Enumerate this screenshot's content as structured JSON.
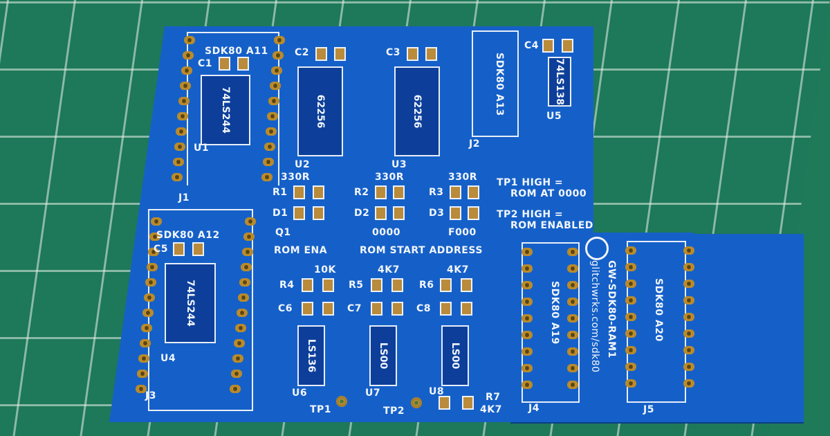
{
  "scene": {
    "description": "Photograph of a blue unpopulated PCB (GW-SDK80-RAM1) on a green cutting mat",
    "colors": {
      "pcb": "#1560c8",
      "silkscreen": "#f2f6fb",
      "pads": "#c79a3a",
      "mat": "#1e785a",
      "mat_grid": "#dfe8df"
    }
  },
  "board": {
    "name": "GW-SDK80-RAM1",
    "url": "glitchwrks.com/sdk80",
    "notes": {
      "tp1_line1": "TP1 HIGH =",
      "tp1_line2": "ROM AT 0000",
      "tp2_line1": "TP2 HIGH =",
      "tp2_line2": "ROM ENABLED"
    },
    "section_labels": {
      "rom_ena": "ROM ENA",
      "rom_start_address": "ROM START ADDRESS",
      "addr_0000": "0000",
      "addr_f000": "F000"
    },
    "headers": [
      {
        "ref": "J1",
        "label": "SDK80 A11"
      },
      {
        "ref": "J2",
        "label": "SDK80 A13"
      },
      {
        "ref": "J3",
        "label": "SDK80 A12"
      },
      {
        "ref": "J4",
        "label": "SDK80 A19"
      },
      {
        "ref": "J5",
        "label": "SDK80 A20"
      }
    ],
    "ics": [
      {
        "ref": "U1",
        "value": "74LS244"
      },
      {
        "ref": "U2",
        "value": "62256"
      },
      {
        "ref": "U3",
        "value": "62256"
      },
      {
        "ref": "U4",
        "value": "74LS244"
      },
      {
        "ref": "U5",
        "value": "74LS138"
      },
      {
        "ref": "U6",
        "value": "LS136"
      },
      {
        "ref": "U7",
        "value": "LS00"
      },
      {
        "ref": "U8",
        "value": "LS00"
      }
    ],
    "caps": [
      "C1",
      "C2",
      "C3",
      "C4",
      "C5",
      "C6",
      "C7",
      "C8"
    ],
    "resistors": [
      {
        "ref": "R1",
        "value": "330R"
      },
      {
        "ref": "R2",
        "value": "330R"
      },
      {
        "ref": "R3",
        "value": "330R"
      },
      {
        "ref": "R4",
        "value": "10K"
      },
      {
        "ref": "R5",
        "value": "4K7"
      },
      {
        "ref": "R6",
        "value": "4K7"
      },
      {
        "ref": "R7",
        "value": "4K7"
      }
    ],
    "diodes": [
      "D1",
      "D2",
      "D3"
    ],
    "transistors": [
      "Q1"
    ],
    "test_points": [
      "TP1",
      "TP2"
    ]
  }
}
